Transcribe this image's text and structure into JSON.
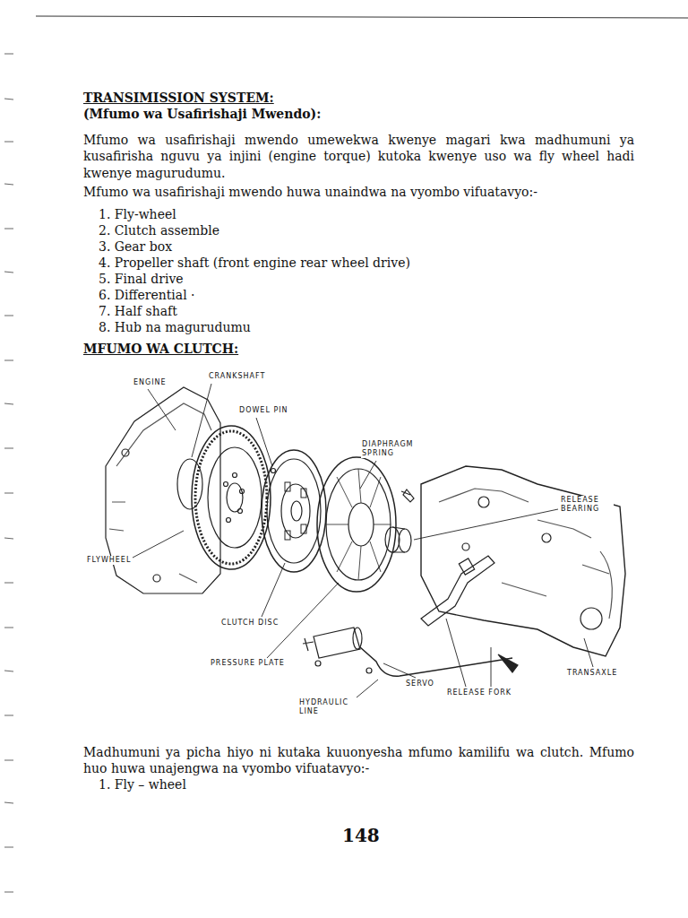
{
  "diagram": {
    "title": "TRANSIMISSION SYSTEM:",
    "labels": [
      "(Mfumo wa Usafirishaji Mwendo):",
      "Mfumo wa usafirishaji mwendo umewekwa kwenye magari kwa madhumuni ya kusafirisha nguvu ya injini (engine torque) kutoka kwenye uso wa fly wheel hadi kwenye magurudumu.",
      "Mfumo wa usafirishaji mwendo huwa unaindwa na vyombo vifuatavyo:-",
      "1. Fly-wheel",
      "2. Clutch assemble",
      "3. Gear box",
      "4. Propeller shaft (front engine rear wheel drive)",
      "5. Final drive",
      "6. Differential ·",
      "7. Half shaft",
      "8. Hub na magurudumu",
      "MFUMO WA CLUTCH:",
      "ENGINE",
      "CRANKSHAFT",
      "DOWEL PIN",
      "DIAPHRAGM SPRING",
      "RELEASE BEARING",
      "FLYWHEEL",
      "CLUTCH DISC",
      "PRESSURE PLATE",
      "SERVO",
      "HYDRAULIC LINE",
      "RELEASE FORK",
      "TRANSAXLE",
      "Madhumuni ya picha hiyo ni kutaka kuuonyesha mfumo kamilifu wa clutch. Mfumo huo huwa unajengwa na vyombo vifuatavyo:-",
      "1. Fly – wheel",
      "148"
    ]
  }
}
